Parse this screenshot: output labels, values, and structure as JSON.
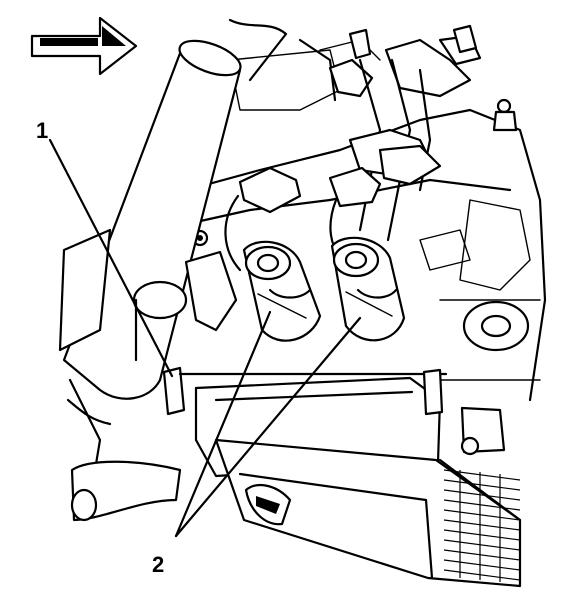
{
  "figure": {
    "callouts": [
      {
        "id": "1",
        "label": "1"
      },
      {
        "id": "2",
        "label": "2"
      }
    ],
    "direction_arrow": "arrow-right-icon",
    "colors": {
      "ink": "#000000",
      "paper": "#ffffff"
    }
  }
}
